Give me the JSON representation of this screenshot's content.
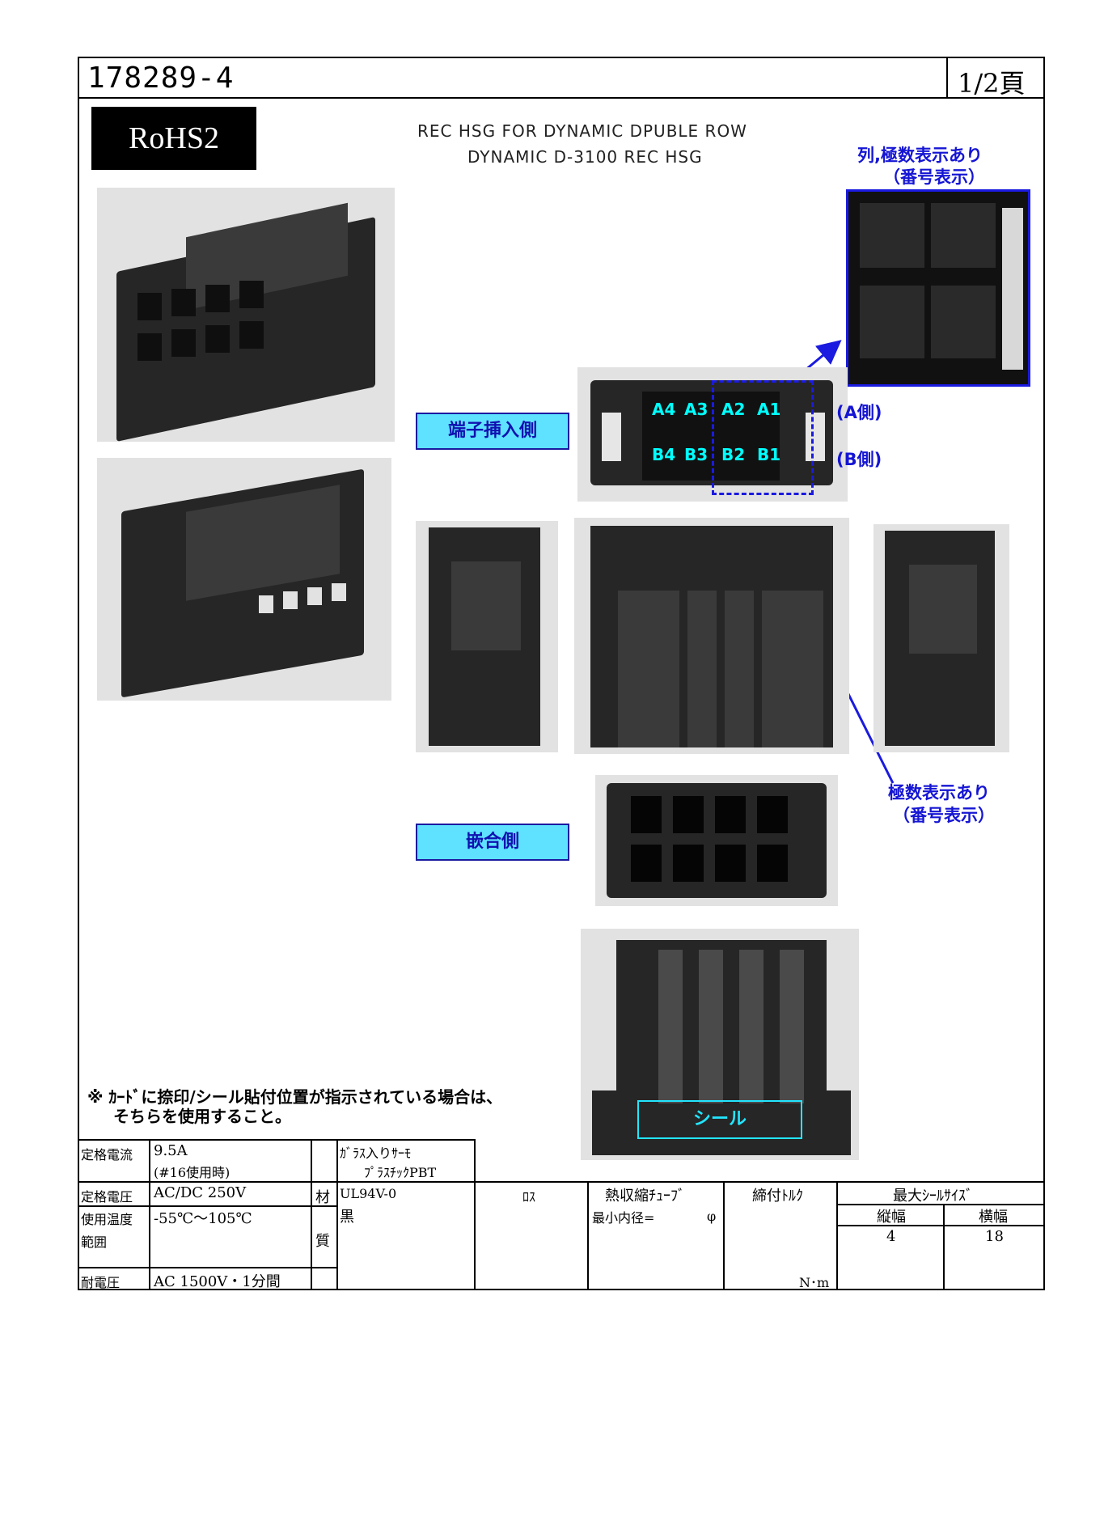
{
  "header": {
    "part_number": "178289-4",
    "page": "1/2頁"
  },
  "badge": "RoHS2",
  "description": {
    "line1": "REC HSG FOR DYNAMIC DPUBLE ROW",
    "line2": "DYNAMIC D-3100 REC HSG"
  },
  "notes": {
    "top_line1": "列,極数表示あり",
    "top_line2": "（番号表示）",
    "mid_line1": "極数表示あり",
    "mid_line2": "（番号表示）",
    "side_a": "(A側)",
    "side_b": "(B側)"
  },
  "labels": {
    "insert_side": "端子挿入側",
    "mating_side": "嵌合側",
    "seal": "シール"
  },
  "pins": {
    "row_a": [
      "A4",
      "A3",
      "A2",
      "A1"
    ],
    "row_b": [
      "B4",
      "B3",
      "B2",
      "B1"
    ]
  },
  "footnote": {
    "line1": "※ ｶｰﾄﾞに捺印/シール貼付位置が指示されている場合は、",
    "line2": "そちらを使用すること。"
  },
  "spec": {
    "rated_current_label": "定格電流",
    "rated_current_value": "9.5A",
    "rated_current_note": "(#16使用時)",
    "rated_voltage_label": "定格電圧",
    "rated_voltage_value": "AC/DC 250V",
    "temp_label1": "使用温度",
    "temp_label2": "範囲",
    "temp_value": "-55℃～105℃",
    "withstand_label": "耐電圧",
    "withstand_value": "AC 1500V・1分間",
    "material_label1": "材",
    "material_label2": "質",
    "material_line1": "ｶﾞﾗｽ入りｻｰﾓ",
    "material_line2": "ﾌﾟﾗｽﾁｯｸPBT",
    "material_line3": "UL94V-0",
    "material_line4": "黒",
    "loss_label": "ﾛｽ",
    "shrink_label": "熱収縮ﾁｭｰﾌﾞ",
    "shrink_min_label": "最小内径=",
    "shrink_phi": "φ",
    "torque_label": "締付ﾄﾙｸ",
    "torque_unit": "N･m",
    "seal_size_label": "最大ｼｰﾙｻｲｽﾞ",
    "height_label": "縦幅",
    "width_label": "横幅",
    "height_value": "4",
    "width_value": "18"
  }
}
